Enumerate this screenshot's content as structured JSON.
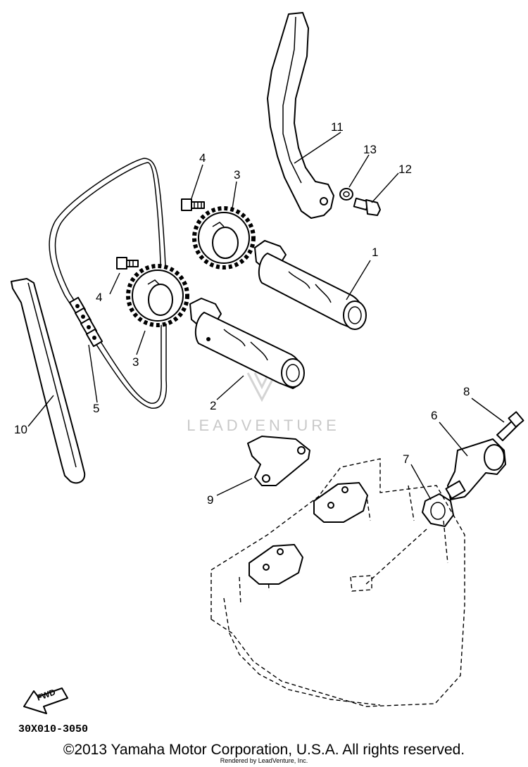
{
  "callouts": {
    "c1": "1",
    "c2": "2",
    "c3a": "3",
    "c3b": "3",
    "c4a": "4",
    "c4b": "4",
    "c5": "5",
    "c6": "6",
    "c7": "7",
    "c8": "8",
    "c9": "9",
    "c10": "10",
    "c11": "11",
    "c12": "12",
    "c13": "13"
  },
  "watermark": "LEADVENTURE",
  "fwd_label": "FWD",
  "figure_code": "30X010-3050",
  "copyright": "©2013 Yamaha Motor Corporation, U.S.A. All rights reserved.",
  "rendered_by": "Rendered by LeadVenture, Inc."
}
